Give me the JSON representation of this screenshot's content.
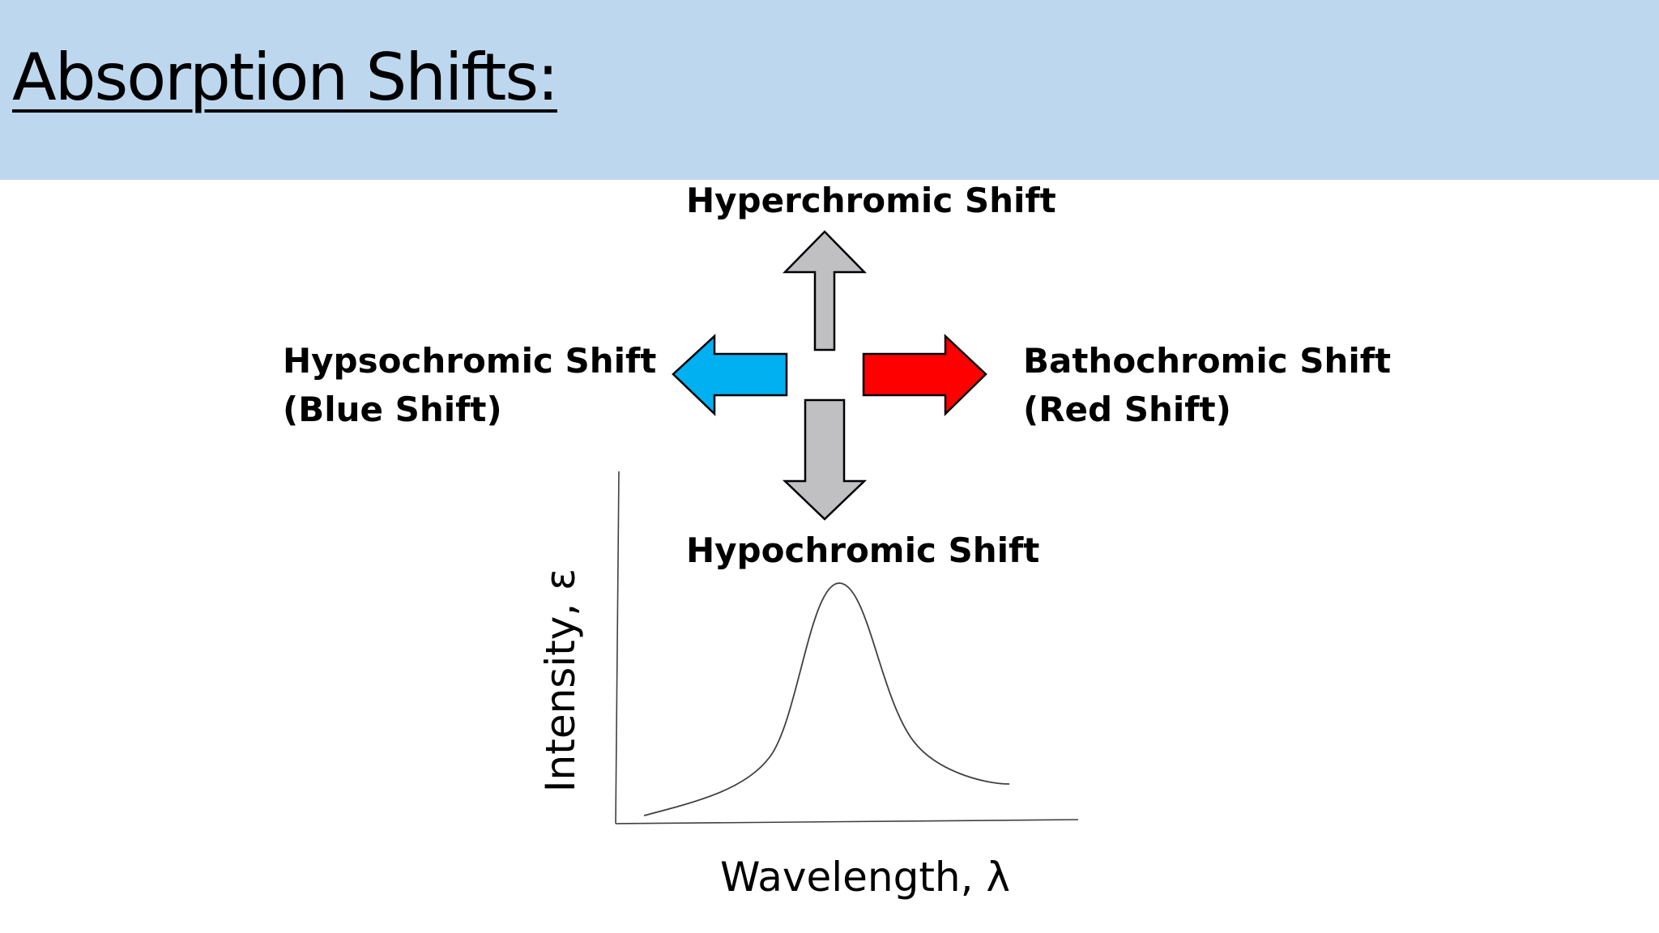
{
  "slide": {
    "title": "Absorption Shifts:",
    "colors": {
      "title_band": "#bdd7ee",
      "up_down_arrows": "#c0bfc2",
      "blue_arrow": "#00b0f0",
      "red_arrow": "#ff0000",
      "outline": "#000000"
    }
  },
  "labels": {
    "hyperchromic": "Hyperchromic Shift",
    "hypochromic": "Hypochromic Shift",
    "hypsochromic_line1": "Hypsochromic Shift",
    "hypsochromic_line2": "(Blue Shift)",
    "bathochromic_line1": "Bathochromic Shift",
    "bathochromic_line2": "(Red Shift)"
  },
  "arrows": [
    {
      "name": "up-arrow",
      "direction": "up",
      "color": "#c0bfc2"
    },
    {
      "name": "down-arrow",
      "direction": "down",
      "color": "#c0bfc2"
    },
    {
      "name": "left-arrow",
      "direction": "left",
      "color": "#00b0f0"
    },
    {
      "name": "right-arrow",
      "direction": "right",
      "color": "#ff0000"
    }
  ],
  "plot": {
    "xlabel": "Wavelength, λ",
    "ylabel": "Intensity, ε"
  }
}
